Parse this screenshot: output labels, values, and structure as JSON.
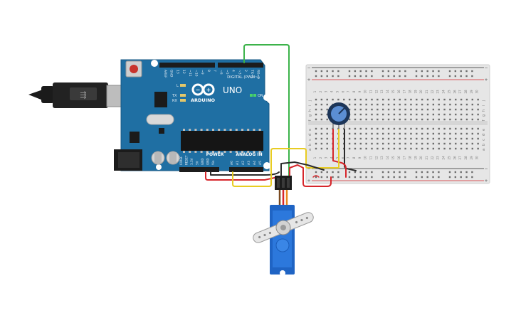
{
  "arduino": {
    "brand_text": "ARDUINO",
    "model_text": "UNO",
    "digital_header_label": "DIGITAL (PWM~)",
    "on_led_label": "ON",
    "l_led_label": "L",
    "tx_label": "TX",
    "rx_label": "RX",
    "power_label": "POWER",
    "analog_label": "ANALOG IN",
    "power_pin_labels": [
      "IOREF",
      "RESET",
      "3.3V",
      "5V",
      "GND",
      "GND",
      "Vin"
    ],
    "analog_pin_labels": [
      "A0",
      "A1",
      "A2",
      "A3",
      "A4",
      "A5"
    ],
    "digital_pin_labels": [
      "AREF",
      "GND",
      "13",
      "12",
      "~11",
      "~10",
      "~9",
      "8",
      "7",
      "~6",
      "~5",
      "4",
      "~3",
      "2",
      "TX→1",
      "RX←0"
    ]
  },
  "breadboard": {
    "column_numbers": [
      "1",
      "2",
      "3",
      "4",
      "5",
      "6",
      "7",
      "8",
      "9",
      "10",
      "11",
      "12",
      "13",
      "14",
      "15",
      "16",
      "17",
      "18",
      "19",
      "20",
      "21",
      "22",
      "23",
      "24",
      "25",
      "26",
      "27",
      "28",
      "29",
      "30"
    ],
    "row_letters_top": [
      "j",
      "i",
      "h",
      "g",
      "f"
    ],
    "row_letters_bottom": [
      "e",
      "d",
      "c",
      "b",
      "a"
    ],
    "rail_minus": "−",
    "rail_plus": "+"
  },
  "colors": {
    "board": "#1f6fa3",
    "board_dark": "#1a5d8a",
    "breadboard": "#e6e6e6",
    "wire_red": "#d6262b",
    "wire_black": "#2b2b2b",
    "wire_yellow": "#e8cc22",
    "wire_green": "#3cb34a",
    "servo": "#1f64c4"
  }
}
